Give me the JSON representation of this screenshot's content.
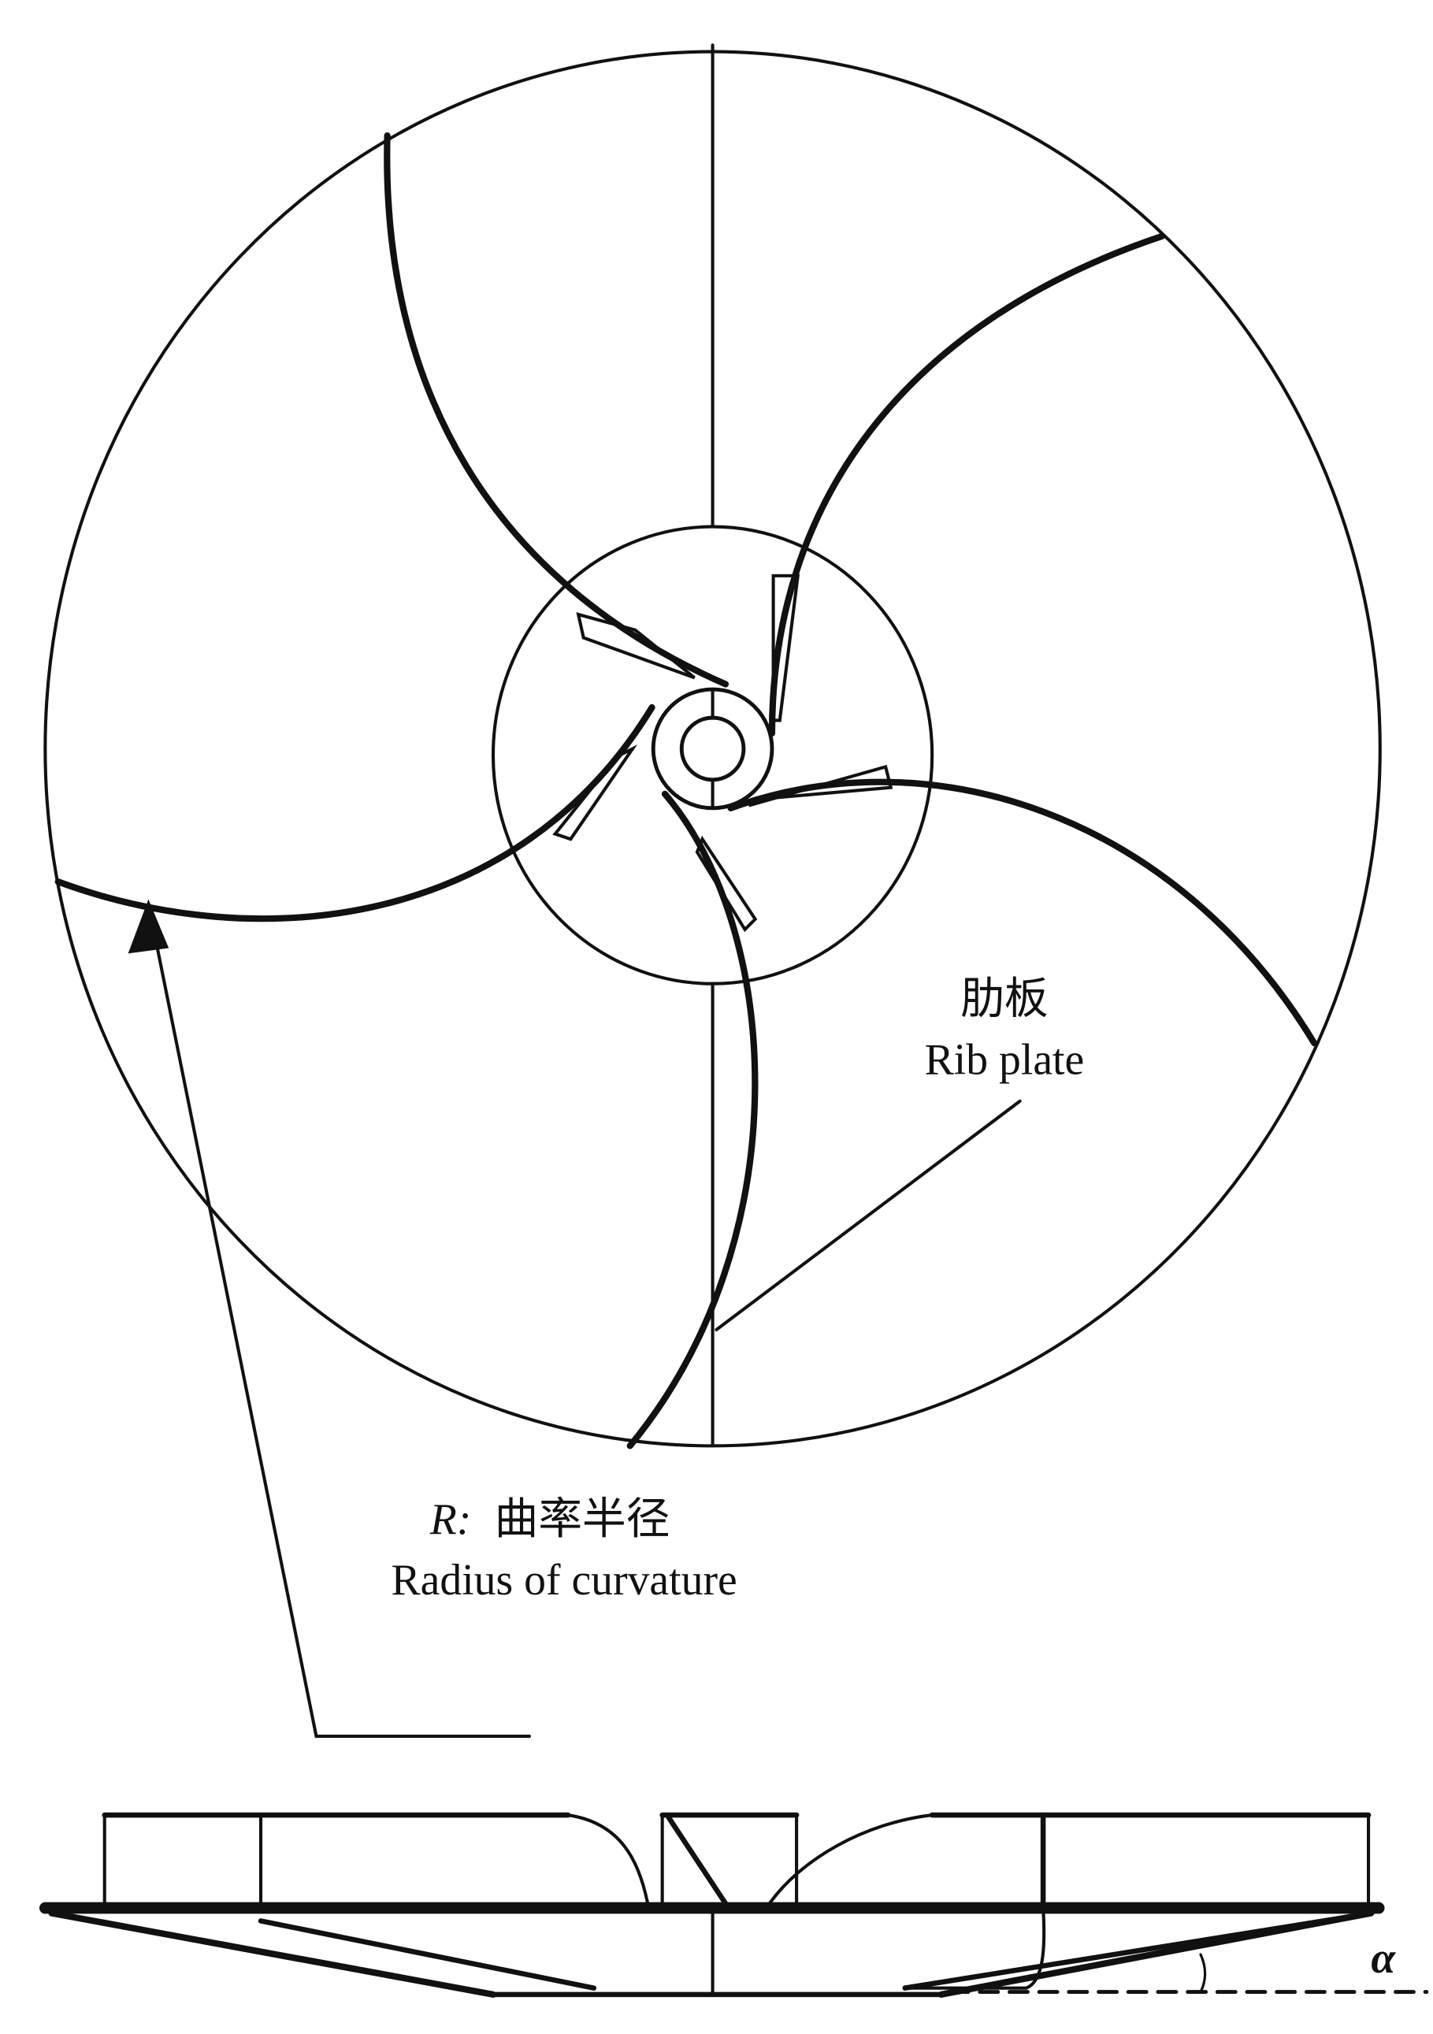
{
  "labels": {
    "rib_plate_cn": "肋板",
    "rib_plate_en": "Rib plate",
    "radius_symbol": "R:",
    "radius_cn": "曲率半径",
    "radius_en": "Radius of curvature",
    "angle_symbol": "α"
  },
  "colors": {
    "line": "#111111",
    "background": "#ffffff"
  }
}
